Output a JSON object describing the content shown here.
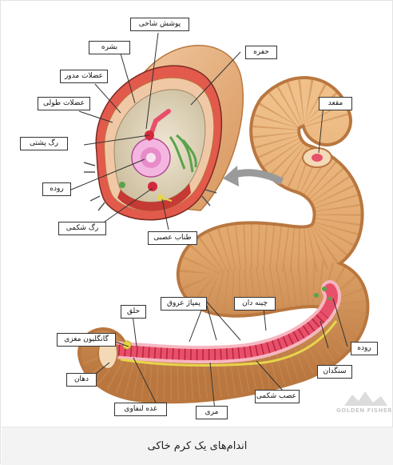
{
  "caption": "اندام‌های یک کرم خاکی",
  "watermark": "GOLDEN FISHER",
  "labels": {
    "cuticle": "پوشش شاخی",
    "epidermis": "بشره",
    "coelom": "حفره",
    "circular_muscles": "عضلات مدور",
    "longitudinal_muscles": "عضلات طولی",
    "anus": "مقعد",
    "dorsal_vessel": "رگ پشتی",
    "intestine_cross": "روده",
    "ventral_vessel": "رگ شکمی",
    "nerve_cord": "طناب عصبی",
    "aortic_arches": "پمپاژ عروق",
    "crop": "چینه دان",
    "pharynx": "حلق",
    "cerebral_ganglion": "گانگلیون مغزی",
    "mouth": "دهان",
    "gizzard": "سنگدان",
    "intestine": "روده",
    "ventral_nerve": "عصب شکمی",
    "esophagus": "مری",
    "lymph_gland": "غده لنفاوی"
  },
  "colors": {
    "worm_body": "#e0a56a",
    "worm_dark": "#b9773f",
    "digestive": "#e8506a",
    "nerve": "#e7d54a",
    "arrow": "#9a9a9a"
  }
}
